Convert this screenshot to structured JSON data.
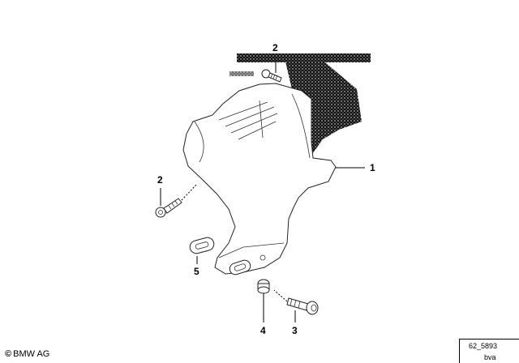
{
  "callouts": {
    "part_1": "1",
    "part_2_top": "2",
    "part_2_left": "2",
    "part_3": "3",
    "part_4": "4",
    "part_5": "5"
  },
  "footer": {
    "copyright_symbol": "©",
    "copyright_text": "BMW AG"
  },
  "reference": {
    "diagram_number": "62_5893",
    "code": "bva"
  }
}
